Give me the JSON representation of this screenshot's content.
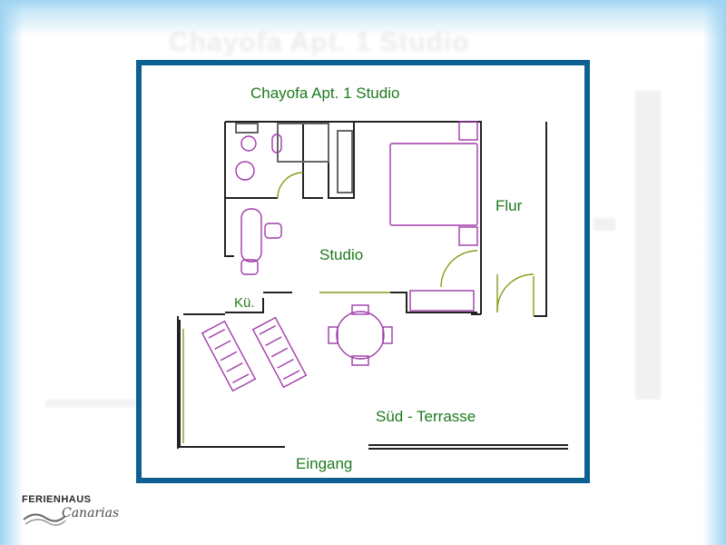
{
  "background_title": "Chayofa Apt. 1 Studio",
  "plan": {
    "title": "Chayofa Apt. 1 Studio",
    "rooms": {
      "studio": "Studio",
      "flur": "Flur",
      "kueche": "Kü.",
      "terrasse": "Süd - Terrasse",
      "eingang": "Eingang"
    }
  },
  "logo": {
    "line1": "FERIENHAUS",
    "line2": "Canarias"
  },
  "colors": {
    "frame": "#0e5f92",
    "walls": "#222222",
    "furniture": "#a03aa8",
    "labels": "#1e7a1e",
    "doors": "#8a9a1a"
  }
}
